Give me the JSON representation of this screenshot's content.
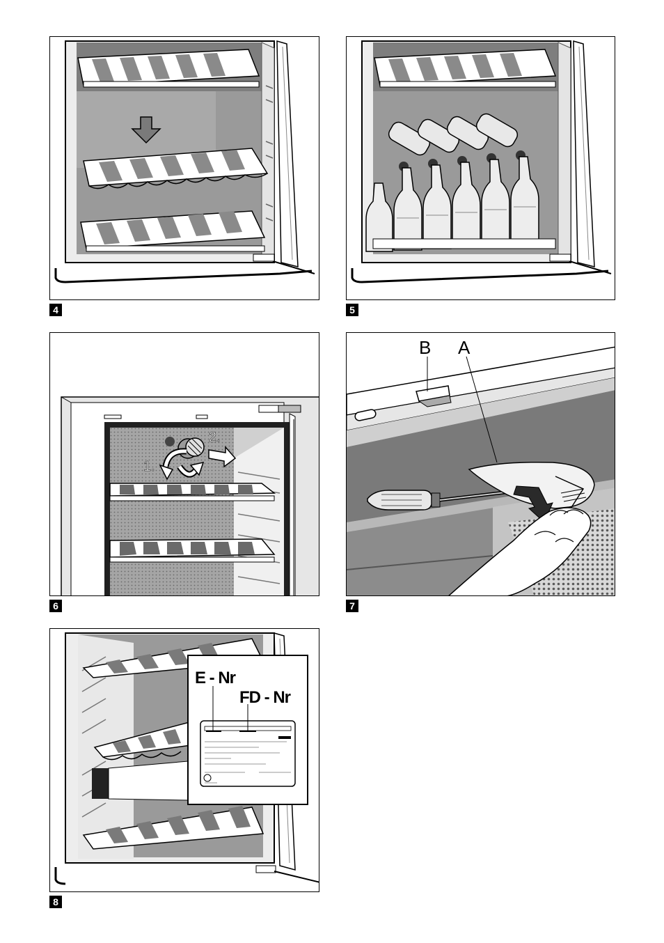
{
  "figures": [
    {
      "number": "4"
    },
    {
      "number": "5"
    },
    {
      "number": "6",
      "step_labels": [
        "1.",
        "2."
      ]
    },
    {
      "number": "7",
      "part_labels": [
        "B",
        "A"
      ]
    },
    {
      "number": "8",
      "plate_labels": [
        "E - Nr",
        "FD - Nr"
      ]
    }
  ],
  "colors": {
    "interior_dark": "#8a8a8a",
    "interior_mid": "#b5b5b5",
    "interior_light": "#d9d9d9",
    "outline": "#000000"
  }
}
